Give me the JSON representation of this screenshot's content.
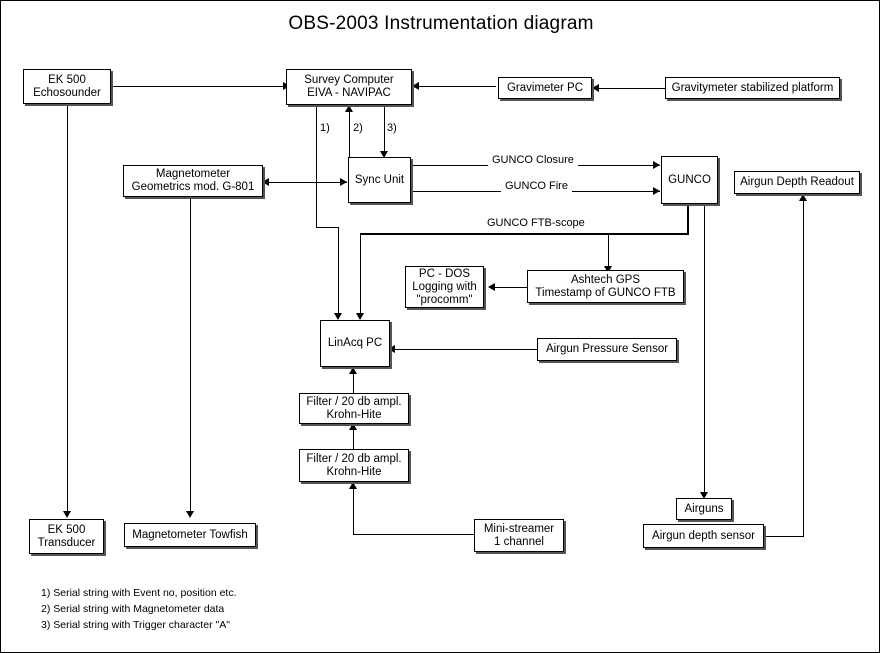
{
  "title": "OBS-2003 Instrumentation diagram",
  "nodes": {
    "ek500_echosounder": "EK 500\nEchosounder",
    "survey_computer": "Survey Computer\nEIVA - NAVIPAC",
    "gravimeter_pc": "Gravimeter PC",
    "gravitymeter_platform": "Gravitymeter stabilized platform",
    "magnetometer": "Magnetometer\nGeometrics mod. G-801",
    "sync_unit": "Sync Unit",
    "gunco": "GUNCO",
    "airgun_depth_readout": "Airgun Depth Readout",
    "pc_dos": "PC - DOS\nLogging with\n\"procomm\"",
    "ashtech_gps": "Ashtech GPS\nTimestamp of GUNCO FTB",
    "linacq_pc": "LinAcq PC",
    "airgun_pressure_sensor": "Airgun Pressure Sensor",
    "filter_upper": "Filter / 20 db ampl.\nKrohn-Hite",
    "filter_lower": "Filter / 20 db ampl.\nKrohn-Hite",
    "ek500_transducer": "EK 500\nTransducer",
    "magnetometer_towfish": "Magnetometer Towfish",
    "mini_streamer": "Mini-streamer\n1 channel",
    "airguns": "Airguns",
    "airgun_depth_sensor": "Airgun depth sensor"
  },
  "edge_labels": {
    "gunco_closure": "GUNCO Closure",
    "gunco_fire": "GUNCO Fire",
    "gunco_ftb_scope": "GUNCO FTB-scope"
  },
  "serial_markers": {
    "one": "1)",
    "two": "2)",
    "three": "3)"
  },
  "legend": [
    "1) Serial string with Event no, position etc.",
    "2) Serial string with Magnetometer data",
    "3) Serial string with Trigger character \"A\""
  ],
  "colors": {
    "background": "#ffffff",
    "stroke": "#000000",
    "box_shadow": "#555555"
  }
}
